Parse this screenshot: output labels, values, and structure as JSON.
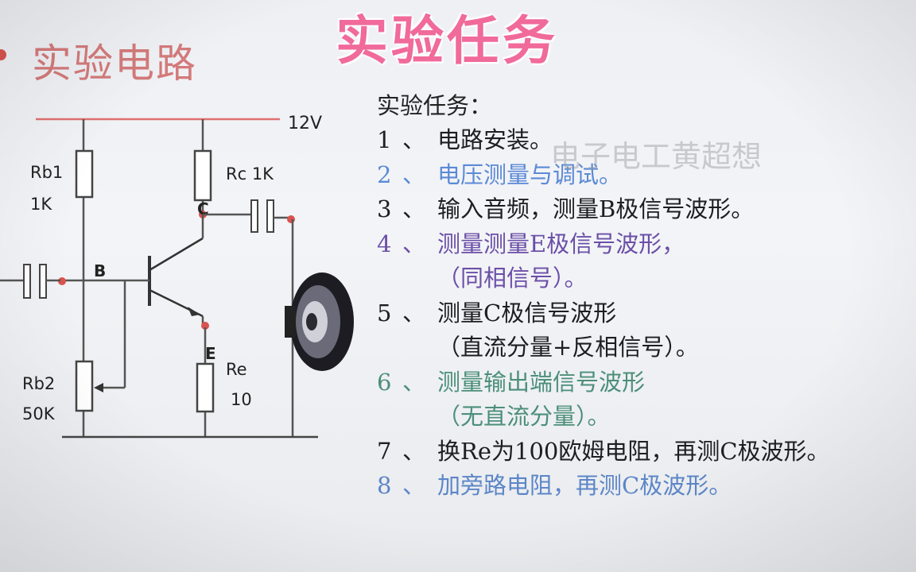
{
  "overlay_title": "实验任务",
  "section_title": "实验电路",
  "watermark": "电子电工黄超想",
  "circuit": {
    "supply": "12V",
    "rb1_name": "Rb1",
    "rb1_value": "1K",
    "rc_label": "Rc 1K",
    "rb2_name": "Rb2",
    "rb2_value": "50K",
    "re_name": "Re",
    "re_value": "10",
    "node_b": "B",
    "node_c": "C",
    "node_e": "E"
  },
  "tasks": {
    "heading": "实验任务：",
    "separator": "、",
    "items": [
      {
        "num": "1",
        "text": "电路安装。",
        "color": "#1e1e22"
      },
      {
        "num": "2",
        "text": "电压测量与调试。",
        "color": "#5b8ad6"
      },
      {
        "num": "3",
        "text": "输入音频，测量B极信号波形。",
        "color": "#1e1e22"
      },
      {
        "num": "4",
        "text": "测量测量E极信号波形，",
        "cont": "（同相信号）。",
        "color": "#6b4fa8"
      },
      {
        "num": "5",
        "text": "测量C极信号波形",
        "cont": "（直流分量+反相信号）。",
        "color": "#1e1e22"
      },
      {
        "num": "6",
        "text": "测量输出端信号波形",
        "cont": "（无直流分量）。",
        "color": "#4c8f78"
      },
      {
        "num": "7",
        "text": "换Re为100欧姆电阻，再测C极波形。",
        "color": "#1e1e22"
      },
      {
        "num": "8",
        "text": "加旁路电阻，再测C极波形。",
        "color": "#5c86c8"
      }
    ]
  }
}
